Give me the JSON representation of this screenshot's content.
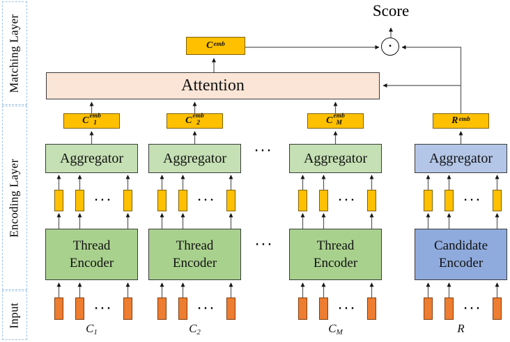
{
  "sidebar": {
    "sections": [
      {
        "label": "Matching Layer"
      },
      {
        "label": "Encoding Layer"
      },
      {
        "label": "Input"
      }
    ]
  },
  "matching": {
    "score_label": "Score",
    "dot_product_symbol": "▪",
    "attention_label": "Attention",
    "context_emb": {
      "base": "C",
      "sup": "emb",
      "sub": ""
    }
  },
  "columns": [
    {
      "emb": {
        "base": "C",
        "sup": "emb",
        "sub": "1"
      },
      "aggregator_label": "Aggregator",
      "encoder_line1": "Thread",
      "encoder_line2": "Encoder",
      "input_label": {
        "base": "C",
        "sub": "1"
      }
    },
    {
      "emb": {
        "base": "C",
        "sup": "emb",
        "sub": "2"
      },
      "aggregator_label": "Aggregator",
      "encoder_line1": "Thread",
      "encoder_line2": "Encoder",
      "input_label": {
        "base": "C",
        "sub": "2"
      }
    },
    {
      "emb": {
        "base": "C",
        "sup": "emb",
        "sub": "M"
      },
      "aggregator_label": "Aggregator",
      "encoder_line1": "Thread",
      "encoder_line2": "Encoder",
      "input_label": {
        "base": "C",
        "sub": "M"
      }
    },
    {
      "emb": {
        "base": "R",
        "sup": "emb",
        "sub": ""
      },
      "aggregator_label": "Aggregator",
      "encoder_line1": "Candidate",
      "encoder_line2": "Encoder",
      "input_label": {
        "base": "R",
        "sub": ""
      }
    }
  ],
  "ellipsis": "···",
  "colors": {
    "gold_box": "#FFC000",
    "orange_input": "#ED7D31",
    "thread_encoder_green": "#A9D18E",
    "aggregator_green": "#C5E0B4",
    "candidate_encoder_blue": "#8FAADC",
    "aggregator_blue": "#B4C6E7",
    "attention_peach": "#FBE5D6",
    "sidebar_dashed_blue": "#9DC3E6",
    "wire_gray": "#595959"
  }
}
